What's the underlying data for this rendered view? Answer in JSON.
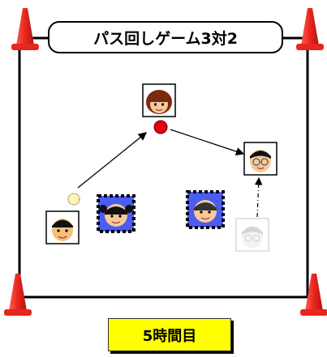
{
  "title": "パス回しゲーム3対2",
  "label": "5時間目",
  "colors": {
    "cone": "#e8261e",
    "ball_active": "#e60012",
    "ball_old": "#fff6b0",
    "label_bg": "#ffff00",
    "field_line": "#000000"
  },
  "players": [
    {
      "name": "player-top",
      "team": "offense",
      "state": "normal"
    },
    {
      "name": "player-right",
      "team": "offense",
      "state": "normal"
    },
    {
      "name": "player-left",
      "team": "offense",
      "state": "normal"
    },
    {
      "name": "defender-left",
      "team": "defense",
      "state": "marked"
    },
    {
      "name": "defender-right",
      "team": "defense",
      "state": "marked"
    },
    {
      "name": "player-right-previous",
      "team": "offense",
      "state": "faded"
    }
  ]
}
